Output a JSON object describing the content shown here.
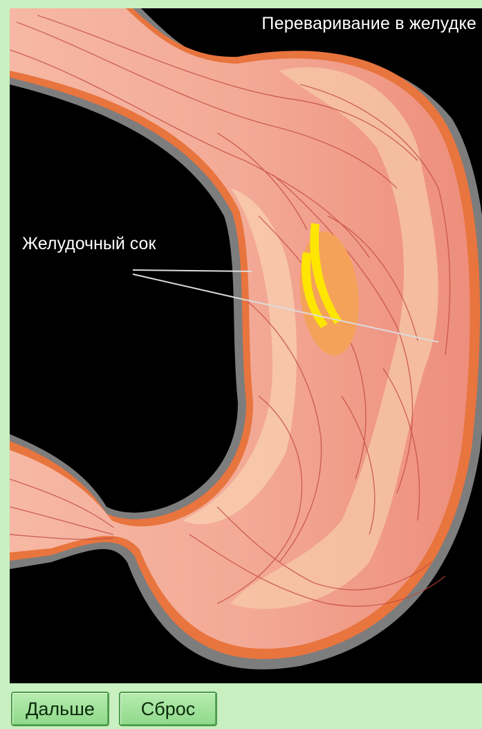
{
  "diagram": {
    "title": "Переваривание в желудке",
    "label_gastric_juice": "Желудочный сок"
  },
  "controls": {
    "next_label": "Дальше",
    "reset_label": "Сброс"
  },
  "colors": {
    "background": "#000000",
    "frame": "#c8f0c0",
    "stomach_tissue": "#f2a08e",
    "stomach_outer_wall": "#7a7a7a",
    "stomach_lining": "#e8743e",
    "food_bolus": "#f4a25a",
    "highlight": "#ffe600"
  }
}
